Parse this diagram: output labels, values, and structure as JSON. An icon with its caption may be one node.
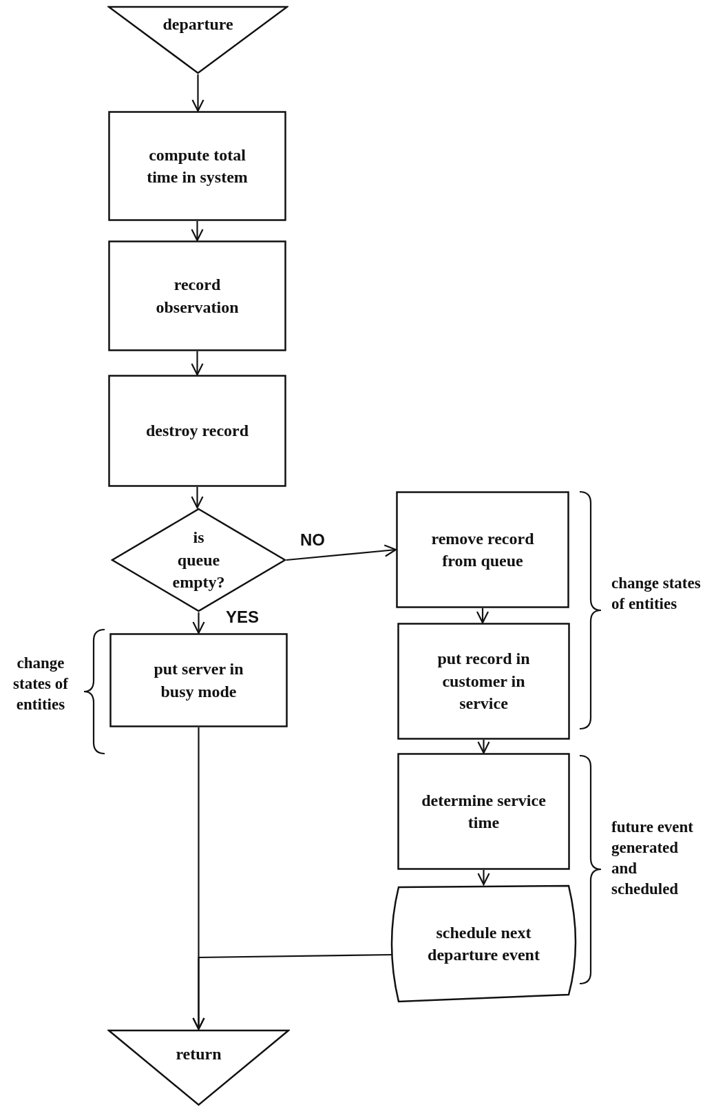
{
  "diagram": {
    "nodes": [
      {
        "text": [
          "departure"
        ]
      },
      {
        "text": [
          "compute total time in system"
        ]
      },
      {
        "text": [
          "record observation"
        ]
      },
      {
        "text": [
          "destroy record"
        ]
      },
      {
        "text": [
          "is queue empty?"
        ]
      },
      {
        "text": [
          "remove record from queue"
        ]
      },
      {
        "text": [
          "put record in customer in service"
        ]
      },
      {
        "text": [
          "put server in busy mode"
        ]
      },
      {
        "text": [
          "determine service time"
        ]
      },
      {
        "text": [
          "schedule next departure event"
        ]
      },
      {
        "text": [
          "return"
        ]
      }
    ],
    "edges": [
      {
        "from": 0,
        "to": 1,
        "arrow": "to"
      },
      {
        "from": 1,
        "to": 2,
        "arrow": "to"
      },
      {
        "from": 2,
        "to": 3,
        "arrow": "to"
      },
      {
        "from": 3,
        "to": 4,
        "arrow": "to"
      },
      {
        "from": 4,
        "to": 5,
        "arrow": "to",
        "label": "NO"
      },
      {
        "from": 4,
        "to": 7,
        "arrow": "to",
        "label": "YES"
      },
      {
        "from": 5,
        "to": 6,
        "arrow": "to"
      },
      {
        "from": 6,
        "to": 8,
        "arrow": "to"
      },
      {
        "from": 8,
        "to": 9,
        "arrow": "to"
      },
      {
        "from": 7,
        "to": 10,
        "arrow": "to"
      },
      {
        "from": 9,
        "to": 10,
        "arrow": "to"
      }
    ],
    "labels": [
      "change states of entities",
      "change states of entities",
      "future event generated and scheduled"
    ]
  }
}
